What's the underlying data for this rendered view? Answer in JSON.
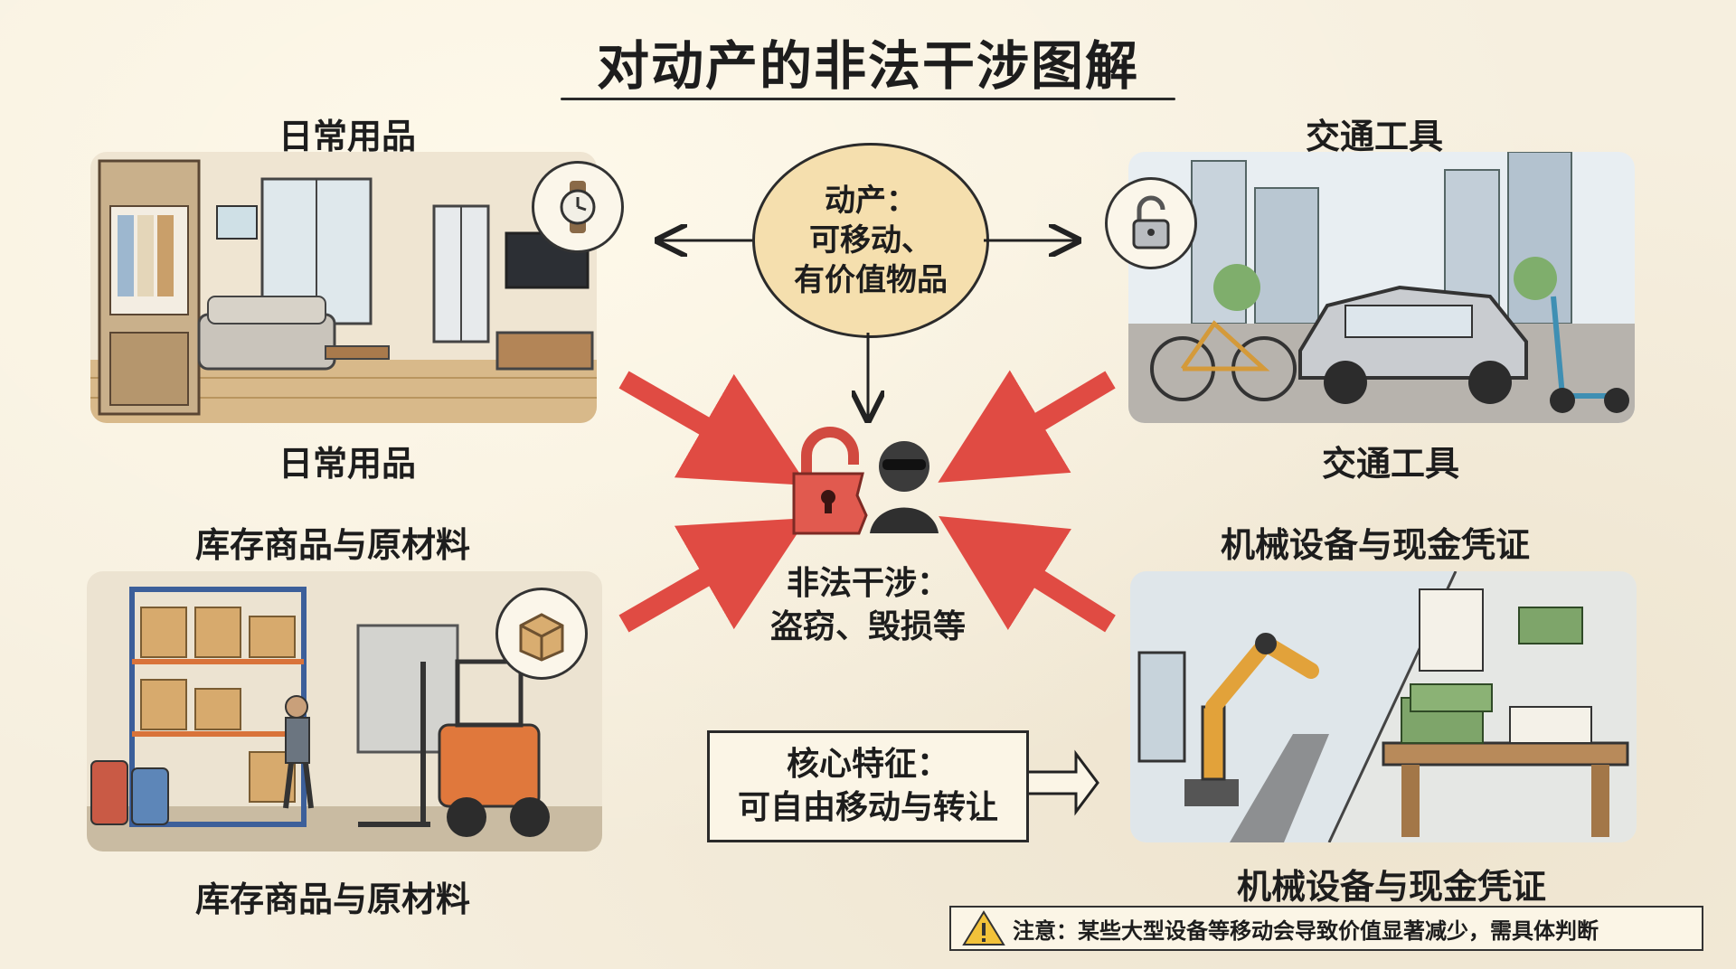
{
  "title": "对动产的非法干涉图解",
  "center": {
    "line1": "动产：",
    "line2": "可移动、",
    "line3": "有价值物品"
  },
  "interference": {
    "line1": "非法干涉：",
    "line2": "盗窃、毁损等"
  },
  "core_feature": {
    "line1": "核心特征：",
    "line2": "可自由移动与转让"
  },
  "categories": {
    "daily": {
      "top_label": "日常用品",
      "bottom_label": "日常用品"
    },
    "vehicles": {
      "top_label": "交通工具",
      "bottom_label": "交通工具"
    },
    "inventory": {
      "top_label": "库存商品与原材料",
      "bottom_label": "库存商品与原材料"
    },
    "machinery": {
      "top_label": "机械设备与现金凭证",
      "bottom_label": "机械设备与现金凭证"
    }
  },
  "warning": {
    "icon": "warning-triangle-icon",
    "text": "注意：某些大型设备等移动会导致价值显著减少，需具体判断"
  },
  "colors": {
    "arrow_red": "#e04b43",
    "lock_red": "#e15a4f",
    "center_fill": "#f5dfae"
  }
}
